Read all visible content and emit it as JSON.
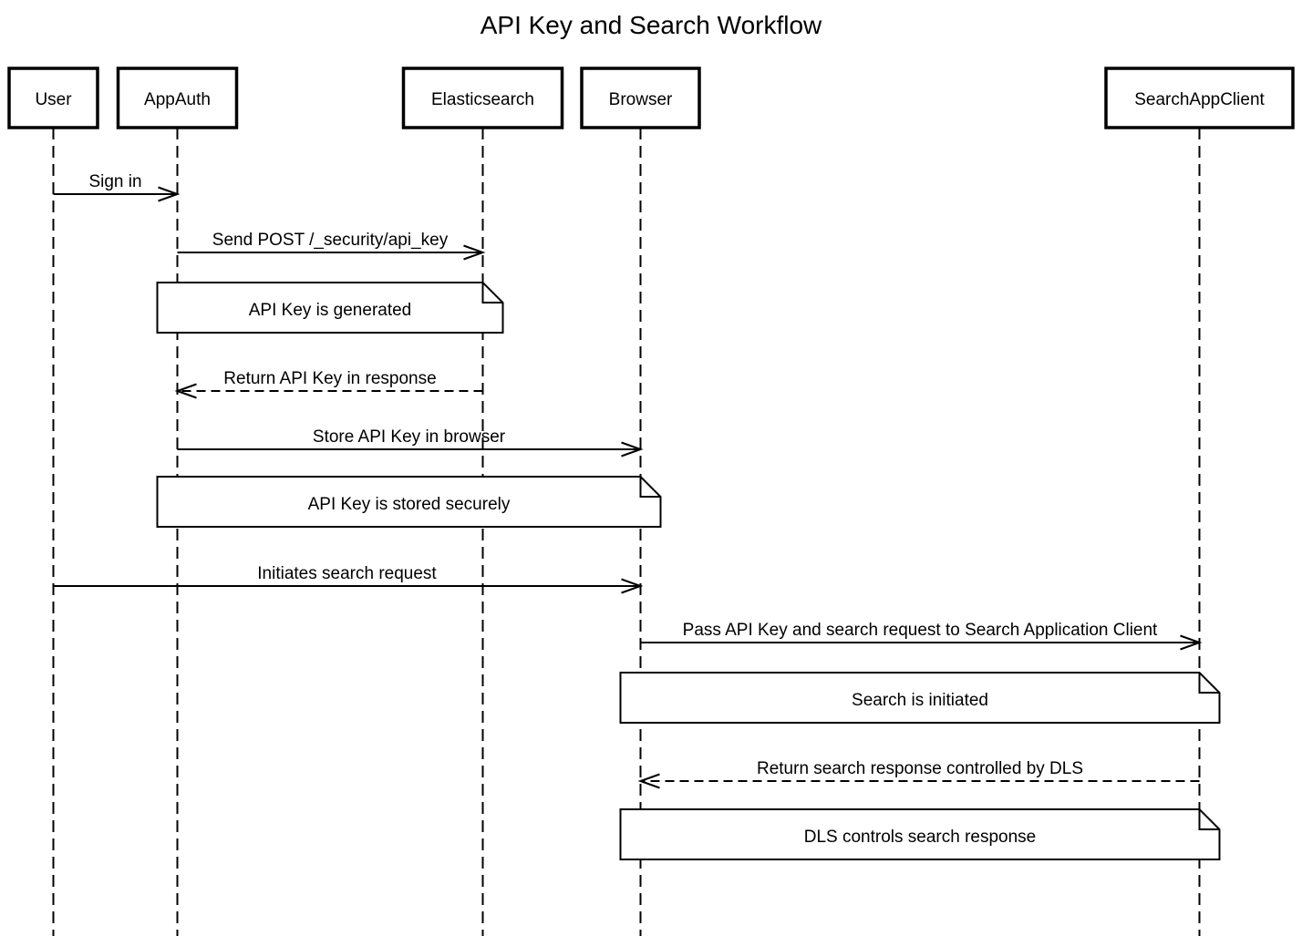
{
  "diagram_type": "sequence",
  "title": "API Key and Search Workflow",
  "colors": {
    "background": "#ffffff",
    "stroke": "#000000",
    "text": "#000000",
    "box_fill": "#ffffff",
    "note_fill": "#ffffff"
  },
  "participants": [
    {
      "id": "user",
      "label": "User"
    },
    {
      "id": "appauth",
      "label": "AppAuth"
    },
    {
      "id": "elasticsearch",
      "label": "Elasticsearch"
    },
    {
      "id": "browser",
      "label": "Browser"
    },
    {
      "id": "searchappclient",
      "label": "SearchAppClient"
    }
  ],
  "messages": [
    {
      "from": "User",
      "to": "AppAuth",
      "label": "Sign in",
      "line": "solid"
    },
    {
      "from": "AppAuth",
      "to": "Elasticsearch",
      "label": "Send POST /_security/api_key",
      "line": "solid"
    },
    {
      "from": "Elasticsearch",
      "to": "AppAuth",
      "label": "Return API Key in response",
      "line": "dashed"
    },
    {
      "from": "AppAuth",
      "to": "Browser",
      "label": "Store API Key in browser",
      "line": "solid"
    },
    {
      "from": "User",
      "to": "Browser",
      "label": "Initiates search request",
      "line": "solid"
    },
    {
      "from": "Browser",
      "to": "SearchAppClient",
      "label": "Pass API Key and search request to Search Application Client",
      "line": "solid"
    },
    {
      "from": "SearchAppClient",
      "to": "Browser",
      "label": "Return search response controlled by DLS",
      "line": "dashed"
    }
  ],
  "notes": [
    {
      "text": "API Key is generated",
      "over": "AppAuth, Elasticsearch"
    },
    {
      "text": "API Key is stored securely",
      "over": "AppAuth, Browser"
    },
    {
      "text": "Search is initiated",
      "over": "Browser, SearchAppClient"
    },
    {
      "text": "DLS controls search response",
      "over": "Browser, SearchAppClient"
    }
  ]
}
